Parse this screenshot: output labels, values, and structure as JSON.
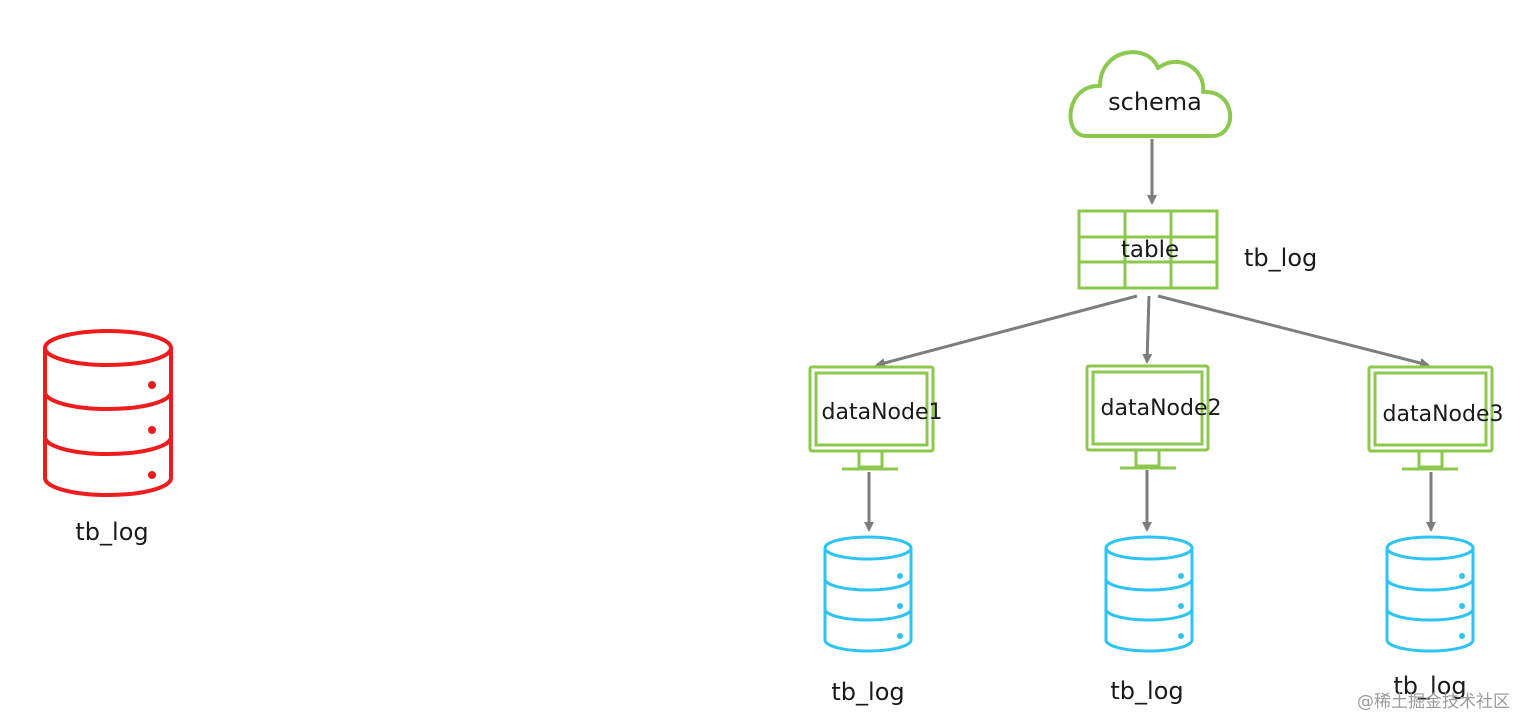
{
  "diagram": {
    "left_db_label": "tb_log",
    "schema_label": "schema",
    "table_label": "table",
    "table_side_label": "tb_log",
    "nodes": [
      {
        "label": "dataNode1",
        "db_label": "tb_log"
      },
      {
        "label": "dataNode2",
        "db_label": "tb_log"
      },
      {
        "label": "dataNode3",
        "db_label": "tb_log"
      }
    ],
    "colors": {
      "standalone_db": "#ee1c1c",
      "green": "#8dc84e",
      "shard_db": "#2cc3f5",
      "arrow": "#7d7d7d"
    }
  },
  "watermark": "@稀土掘金技术社区"
}
